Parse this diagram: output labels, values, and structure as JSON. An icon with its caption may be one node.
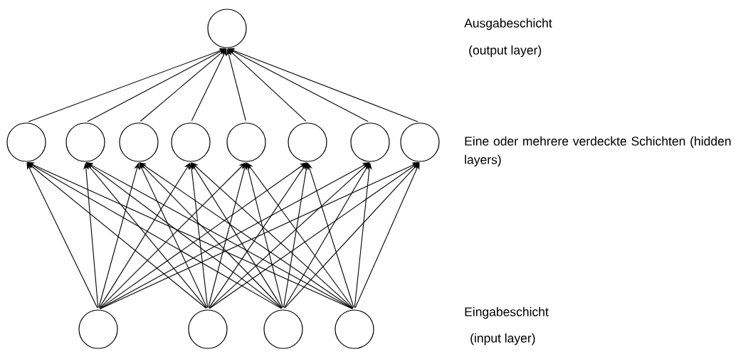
{
  "diagram": {
    "nodes": [
      {
        "text": [],
        "shape": "circle"
      },
      {
        "text": [],
        "shape": "circle"
      },
      {
        "text": [],
        "shape": "circle"
      },
      {
        "text": [],
        "shape": "circle"
      },
      {
        "text": [],
        "shape": "circle"
      },
      {
        "text": [],
        "shape": "circle"
      },
      {
        "text": [],
        "shape": "circle"
      },
      {
        "text": [],
        "shape": "circle"
      },
      {
        "text": [],
        "shape": "circle"
      },
      {
        "text": [],
        "shape": "circle"
      },
      {
        "text": [],
        "shape": "circle"
      },
      {
        "text": [],
        "shape": "circle"
      },
      {
        "text": [],
        "shape": "circle"
      }
    ],
    "edges": [
      {
        "from": 1,
        "to": 0,
        "arrow": "to"
      },
      {
        "from": 2,
        "to": 0,
        "arrow": "to"
      },
      {
        "from": 3,
        "to": 0,
        "arrow": "to"
      },
      {
        "from": 4,
        "to": 0,
        "arrow": "to"
      },
      {
        "from": 5,
        "to": 0,
        "arrow": "to"
      },
      {
        "from": 6,
        "to": 0,
        "arrow": "to"
      },
      {
        "from": 7,
        "to": 0,
        "arrow": "to"
      },
      {
        "from": 8,
        "to": 0,
        "arrow": "to"
      },
      {
        "from": 9,
        "to": 1,
        "arrow": "to"
      },
      {
        "from": 9,
        "to": 2,
        "arrow": "to"
      },
      {
        "from": 9,
        "to": 3,
        "arrow": "to"
      },
      {
        "from": 9,
        "to": 4,
        "arrow": "to"
      },
      {
        "from": 9,
        "to": 5,
        "arrow": "to"
      },
      {
        "from": 9,
        "to": 6,
        "arrow": "to"
      },
      {
        "from": 9,
        "to": 7,
        "arrow": "to"
      },
      {
        "from": 9,
        "to": 8,
        "arrow": "to"
      },
      {
        "from": 10,
        "to": 1,
        "arrow": "to"
      },
      {
        "from": 10,
        "to": 2,
        "arrow": "to"
      },
      {
        "from": 10,
        "to": 3,
        "arrow": "to"
      },
      {
        "from": 10,
        "to": 4,
        "arrow": "to"
      },
      {
        "from": 10,
        "to": 5,
        "arrow": "to"
      },
      {
        "from": 10,
        "to": 6,
        "arrow": "to"
      },
      {
        "from": 10,
        "to": 7,
        "arrow": "to"
      },
      {
        "from": 10,
        "to": 8,
        "arrow": "to"
      },
      {
        "from": 11,
        "to": 1,
        "arrow": "to"
      },
      {
        "from": 11,
        "to": 2,
        "arrow": "to"
      },
      {
        "from": 11,
        "to": 3,
        "arrow": "to"
      },
      {
        "from": 11,
        "to": 4,
        "arrow": "to"
      },
      {
        "from": 11,
        "to": 5,
        "arrow": "to"
      },
      {
        "from": 11,
        "to": 6,
        "arrow": "to"
      },
      {
        "from": 11,
        "to": 7,
        "arrow": "to"
      },
      {
        "from": 11,
        "to": 8,
        "arrow": "to"
      },
      {
        "from": 12,
        "to": 1,
        "arrow": "to"
      },
      {
        "from": 12,
        "to": 2,
        "arrow": "to"
      },
      {
        "from": 12,
        "to": 3,
        "arrow": "to"
      },
      {
        "from": 12,
        "to": 4,
        "arrow": "to"
      },
      {
        "from": 12,
        "to": 5,
        "arrow": "to"
      },
      {
        "from": 12,
        "to": 6,
        "arrow": "to"
      },
      {
        "from": 12,
        "to": 7,
        "arrow": "to"
      },
      {
        "from": 12,
        "to": 8,
        "arrow": "to"
      }
    ],
    "labels": [
      "Ausgabeschicht",
      "(output layer)",
      "Eine oder mehrere verdeckte Schichten (hidden layers)",
      "Eingabeschicht",
      "(input layer)"
    ]
  }
}
